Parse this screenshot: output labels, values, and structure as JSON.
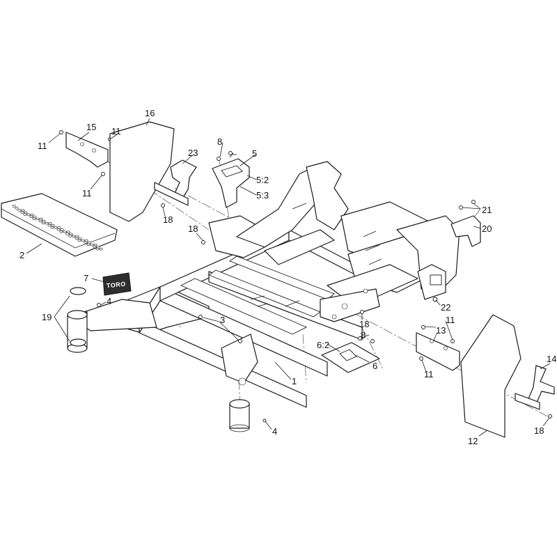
{
  "diagram": {
    "callouts": [
      "1",
      "2",
      "3",
      "4",
      "4",
      "5",
      "5:2",
      "5:3",
      "6",
      "6:2",
      "7",
      "8",
      "8",
      "11",
      "11",
      "11",
      "11",
      "11",
      "11",
      "12",
      "13",
      "14",
      "15",
      "16",
      "18",
      "18",
      "18",
      "18",
      "18",
      "19",
      "20",
      "21",
      "22",
      "23"
    ],
    "decal_text": "TORO"
  }
}
